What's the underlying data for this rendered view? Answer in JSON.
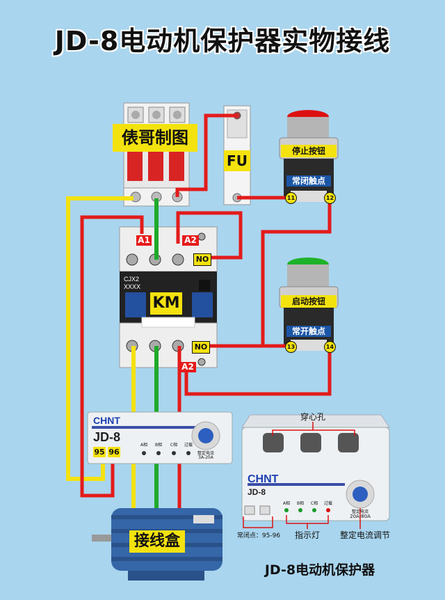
{
  "title": "JD-8电动机保护器实物接线",
  "watermark": "俵哥制图",
  "labels": {
    "fuse": "FU",
    "stop_button": "停止按钮",
    "stop_contact": "常闭触点",
    "start_button": "启动按钮",
    "start_contact": "常开触点",
    "contactor_model": "CJX2\nXXXX",
    "contactor": "KM",
    "a1": "A1",
    "a2_top": "A2",
    "a2_bottom": "A2",
    "no_top": "NO",
    "no_bottom": "NO",
    "t11": "11",
    "t12": "12",
    "t13": "13",
    "t14": "14",
    "junction_box": "接线盒"
  },
  "protector_left": {
    "brand": "CHNT",
    "model": "JD-8",
    "terminal_a": "95",
    "terminal_b": "96",
    "indicators": [
      "A相",
      "B相",
      "C相",
      "过载"
    ],
    "setting_label": "整定电流",
    "range": "3A-20A"
  },
  "protector_right": {
    "brand": "CHNT",
    "model": "JD-8",
    "hole_label": "穿心孔",
    "indicators": [
      "A相",
      "B相",
      "C相",
      "过载"
    ],
    "setting_label": "整定电流",
    "range": "20A-80A",
    "nc_label": "常闭点：95-96",
    "lamp_label": "指示灯",
    "adjust_label": "整定电流调节",
    "caption": "JD-8电动机保护器"
  },
  "colors": {
    "background": "#a9d5ee",
    "wire_red": "#e31b1b",
    "wire_yellow": "#f4e20f",
    "wire_green": "#1faa2a",
    "label_blue": "#1b56a6",
    "motor_blue": "#3566a8"
  }
}
